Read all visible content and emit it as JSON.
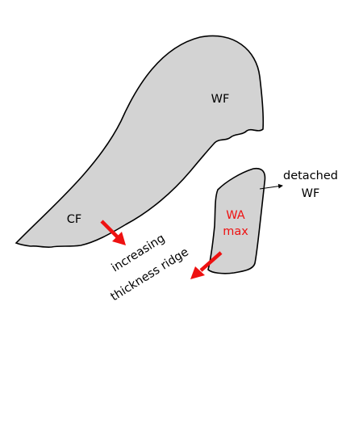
{
  "diagram": {
    "labels": {
      "wf": "WF",
      "cf": "CF",
      "detached_line1": "detached",
      "detached_line2": "WF",
      "wa_line1": "WA",
      "wa_line2": "max",
      "ridge_line1": "increasing",
      "ridge_line2": "thickness ridge"
    },
    "colors": {
      "region_fill": "#d3d3d3",
      "outline": "#000000",
      "arrow": "#ee1111",
      "text": "#000000",
      "highlight_text": "#ee1111"
    }
  }
}
